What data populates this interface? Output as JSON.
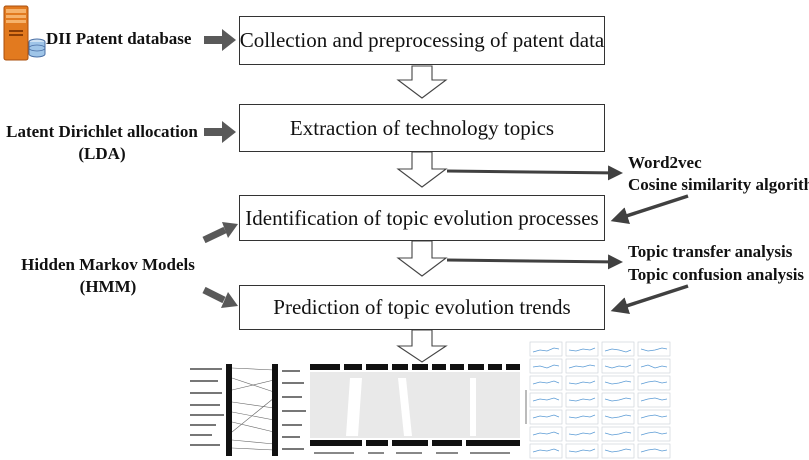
{
  "source": {
    "label": "DII Patent database",
    "icon": "server-database-icon"
  },
  "steps": [
    {
      "label": "Collection and preprocessing of patent data"
    },
    {
      "label": "Extraction of technology topics"
    },
    {
      "label": "Identification of topic evolution processes"
    },
    {
      "label": "Prediction of topic evolution trends"
    }
  ],
  "methods_left": {
    "lda_line1": "Latent Dirichlet allocation",
    "lda_line2": "(LDA)",
    "hmm_line1": "Hidden Markov Models",
    "hmm_line2": "(HMM)"
  },
  "methods_right": {
    "word2vec": "Word2vec",
    "cosine": "Cosine similarity algorithm",
    "transfer": "Topic transfer analysis",
    "confusion": "Topic confusion analysis"
  },
  "colors": {
    "arrow_dark": "#595959",
    "box_border": "#333333",
    "thumb_line": "#5b9bd5"
  }
}
